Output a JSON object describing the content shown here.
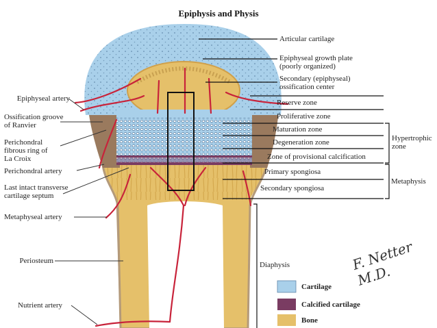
{
  "title": "Epiphysis and Physis",
  "signature": "F. Netter M.D.",
  "colors": {
    "cartilage": "#a9d0ea",
    "calcified": "#7a3c62",
    "bone": "#e5c06a",
    "vessel": "#c8233a",
    "periosteum": "#b49a7a"
  },
  "labels_left": {
    "epiphyseal_artery": "Epiphyseal artery",
    "groove_1": "Ossification groove",
    "groove_2": "of Ranvier",
    "ring_1": "Perichondral",
    "ring_2": "fibrous ring of",
    "ring_3": "La Croix",
    "perichondral_artery": "Perichondral artery",
    "septum_1": "Last intact transverse",
    "septum_2": "cartilage septum",
    "metaphyseal_artery": "Metaphyseal artery",
    "periosteum": "Periosteum",
    "nutrient_artery": "Nutrient artery"
  },
  "labels_right": {
    "articular": "Articular cartilage",
    "growth_1": "Epiphyseal growth plate",
    "growth_2": "(poorly organized)",
    "secondary_1": "Secondary (epiphyseal)",
    "secondary_2": "ossification center",
    "reserve": "Reserve zone",
    "proliferative": "Proliferative zone",
    "maturation": "Maturation zone",
    "degeneration": "Degeneration zone",
    "calcification": "Zone of provisional calcification",
    "primary": "Primary spongiosa",
    "secondary_spongiosa": "Secondary spongiosa",
    "hyper_1": "Hypertrophic",
    "hyper_2": "zone",
    "metaphysis": "Metaphysis",
    "diaphysis": "Diaphysis"
  },
  "legend": [
    {
      "label": "Cartilage",
      "color": "#a9d0ea"
    },
    {
      "label": "Calcified cartilage",
      "color": "#7a3c62"
    },
    {
      "label": "Bone",
      "color": "#e5c06a"
    }
  ]
}
